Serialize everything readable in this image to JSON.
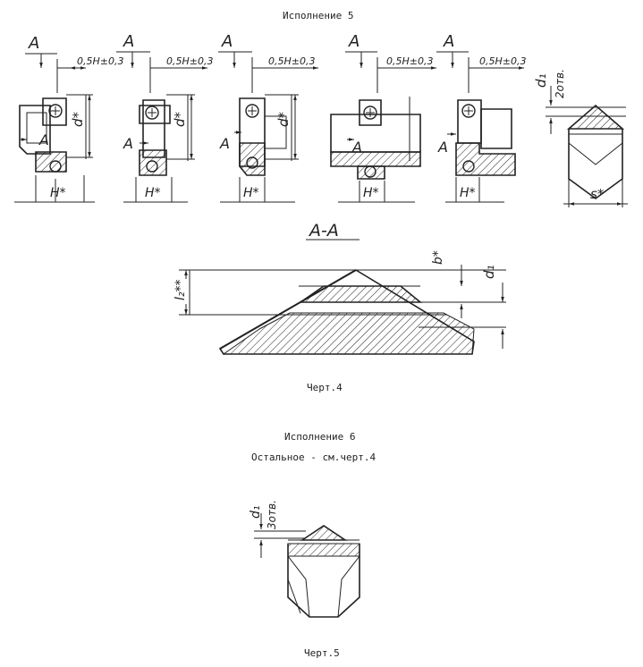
{
  "caption_top": "Исполнение 5",
  "caption_chert4": "Черт.4",
  "caption_isp6": "Исполнение 6",
  "caption_rest": "Остальное - см.черт.4",
  "caption_chert5": "Черт.5",
  "labels": {
    "section_letter": "A",
    "tolerance": "0,5H±0,3",
    "d_star": "d*",
    "h_star": "H*",
    "s_star": "s*",
    "d1": "d₁",
    "holes2": "2отв.",
    "holes3": "3отв.",
    "section_title": "A-A",
    "b_star": "b*",
    "l2": "l₂**"
  }
}
